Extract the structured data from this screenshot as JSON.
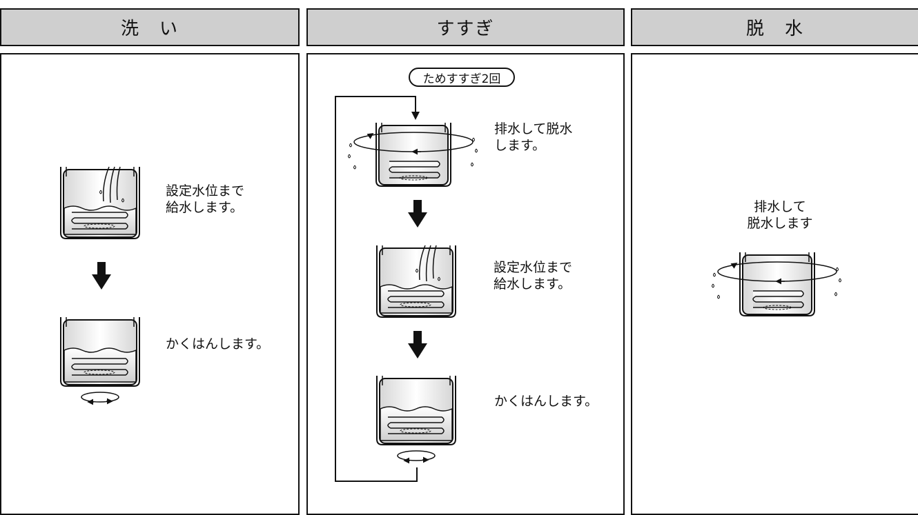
{
  "columns": {
    "wash": {
      "title": "洗　い",
      "steps": [
        {
          "text": [
            "設定水位まで",
            "給水します。"
          ],
          "icon": "tub-filling-icon"
        },
        {
          "text": [
            "かくはんします。"
          ],
          "icon": "tub-agitating-icon"
        }
      ]
    },
    "rinse": {
      "title": "すすぎ",
      "loop_label": "ためすすぎ2回",
      "steps": [
        {
          "text": [
            "排水して脱水",
            "します。"
          ],
          "icon": "tub-spinning-icon"
        },
        {
          "text": [
            "設定水位まで",
            "給水します。"
          ],
          "icon": "tub-filling-icon"
        },
        {
          "text": [
            "かくはんします。"
          ],
          "icon": "tub-agitating-icon"
        }
      ]
    },
    "spin": {
      "title": "脱　水",
      "steps": [
        {
          "text": [
            "排水して",
            "脱水します"
          ],
          "icon": "tub-spinning-icon"
        }
      ]
    }
  },
  "colors": {
    "header_bg": "#cfcfcf",
    "line": "#111111",
    "arrow": "#111111"
  }
}
